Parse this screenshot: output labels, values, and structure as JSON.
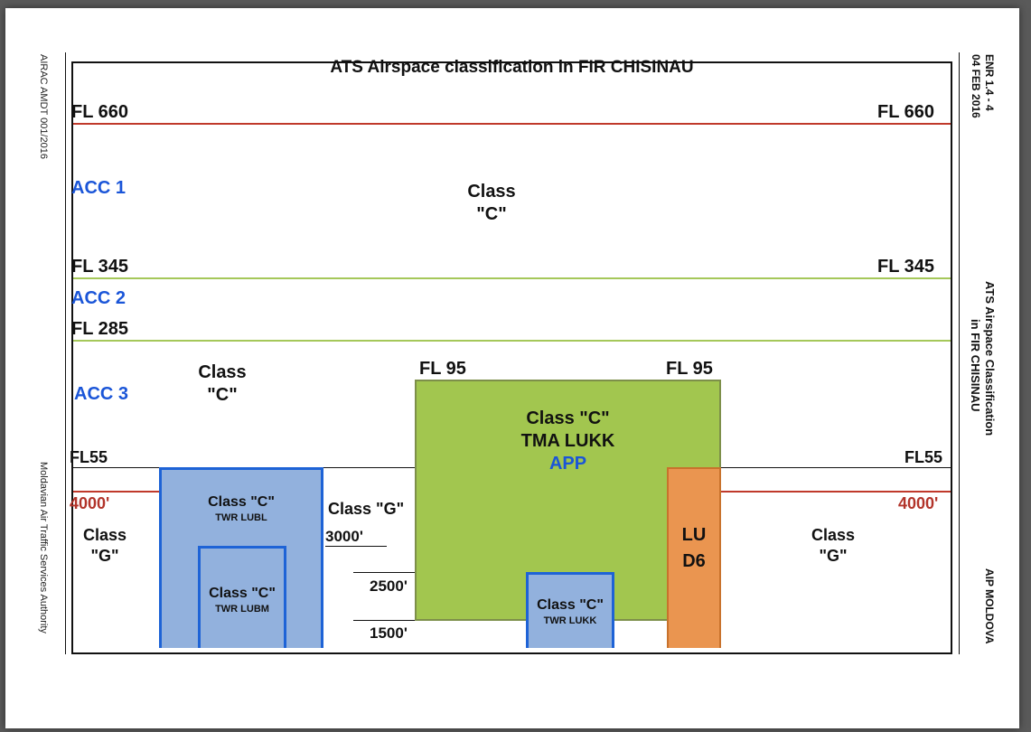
{
  "title": "ATS Airspace classification in FIR CHISINAU",
  "left_margin": {
    "airac": "AIRAC AMDT 001/2016",
    "authority": "Moldavian Air Traffic Services Authority"
  },
  "right_margin": {
    "page_ref": "ENR 1.4 - 4",
    "date": "04 FEB 2016",
    "section_line1": "ATS Airspace Classification",
    "section_line2": "in FIR CHISINAU",
    "publication": "AIP MOLDOVA"
  },
  "levels": {
    "fl660_left": "FL 660",
    "fl660_right": "FL 660",
    "fl345_left": "FL 345",
    "fl345_right": "FL 345",
    "fl285": "FL 285",
    "fl95_left": "FL 95",
    "fl95_right": "FL 95",
    "fl55_left": "FL55",
    "fl55_right": "FL55",
    "alt4000_left": "4000'",
    "alt4000_right": "4000'",
    "alt3000": "3000'",
    "alt2500": "2500'",
    "alt1500": "1500'"
  },
  "sectors": {
    "acc1": "ACC 1",
    "acc2": "ACC 2",
    "acc3": "ACC 3"
  },
  "classes": {
    "upper_class": "Class",
    "upper_c": "\"C\"",
    "acc3_class": "Class",
    "acc3_c": "\"C\"",
    "left_g_class": "Class",
    "left_g": "\"G\"",
    "right_g_class": "Class",
    "right_g": "\"G\"",
    "mid_g": "Class \"G\""
  },
  "zones": {
    "tma_class": "Class \"C\"",
    "tma_name": "TMA LUKK",
    "tma_unit": "APP",
    "lubl_class": "Class \"C\"",
    "lubl_name": "TWR LUBL",
    "lubm_class": "Class \"C\"",
    "lubm_name": "TWR LUBM",
    "lukk_class": "Class \"C\"",
    "lukk_name": "TWR LUKK",
    "d6_line1": "LU",
    "d6_line2": "D6"
  },
  "colors": {
    "red_line": "#c0392b",
    "green_line": "#a5c85a",
    "tma_fill": "#a2c64f",
    "ctr_fill": "#92b1dd",
    "ctr_border": "#1e63d6",
    "danger_fill": "#ea9550",
    "sector_text": "#1a55d8"
  }
}
